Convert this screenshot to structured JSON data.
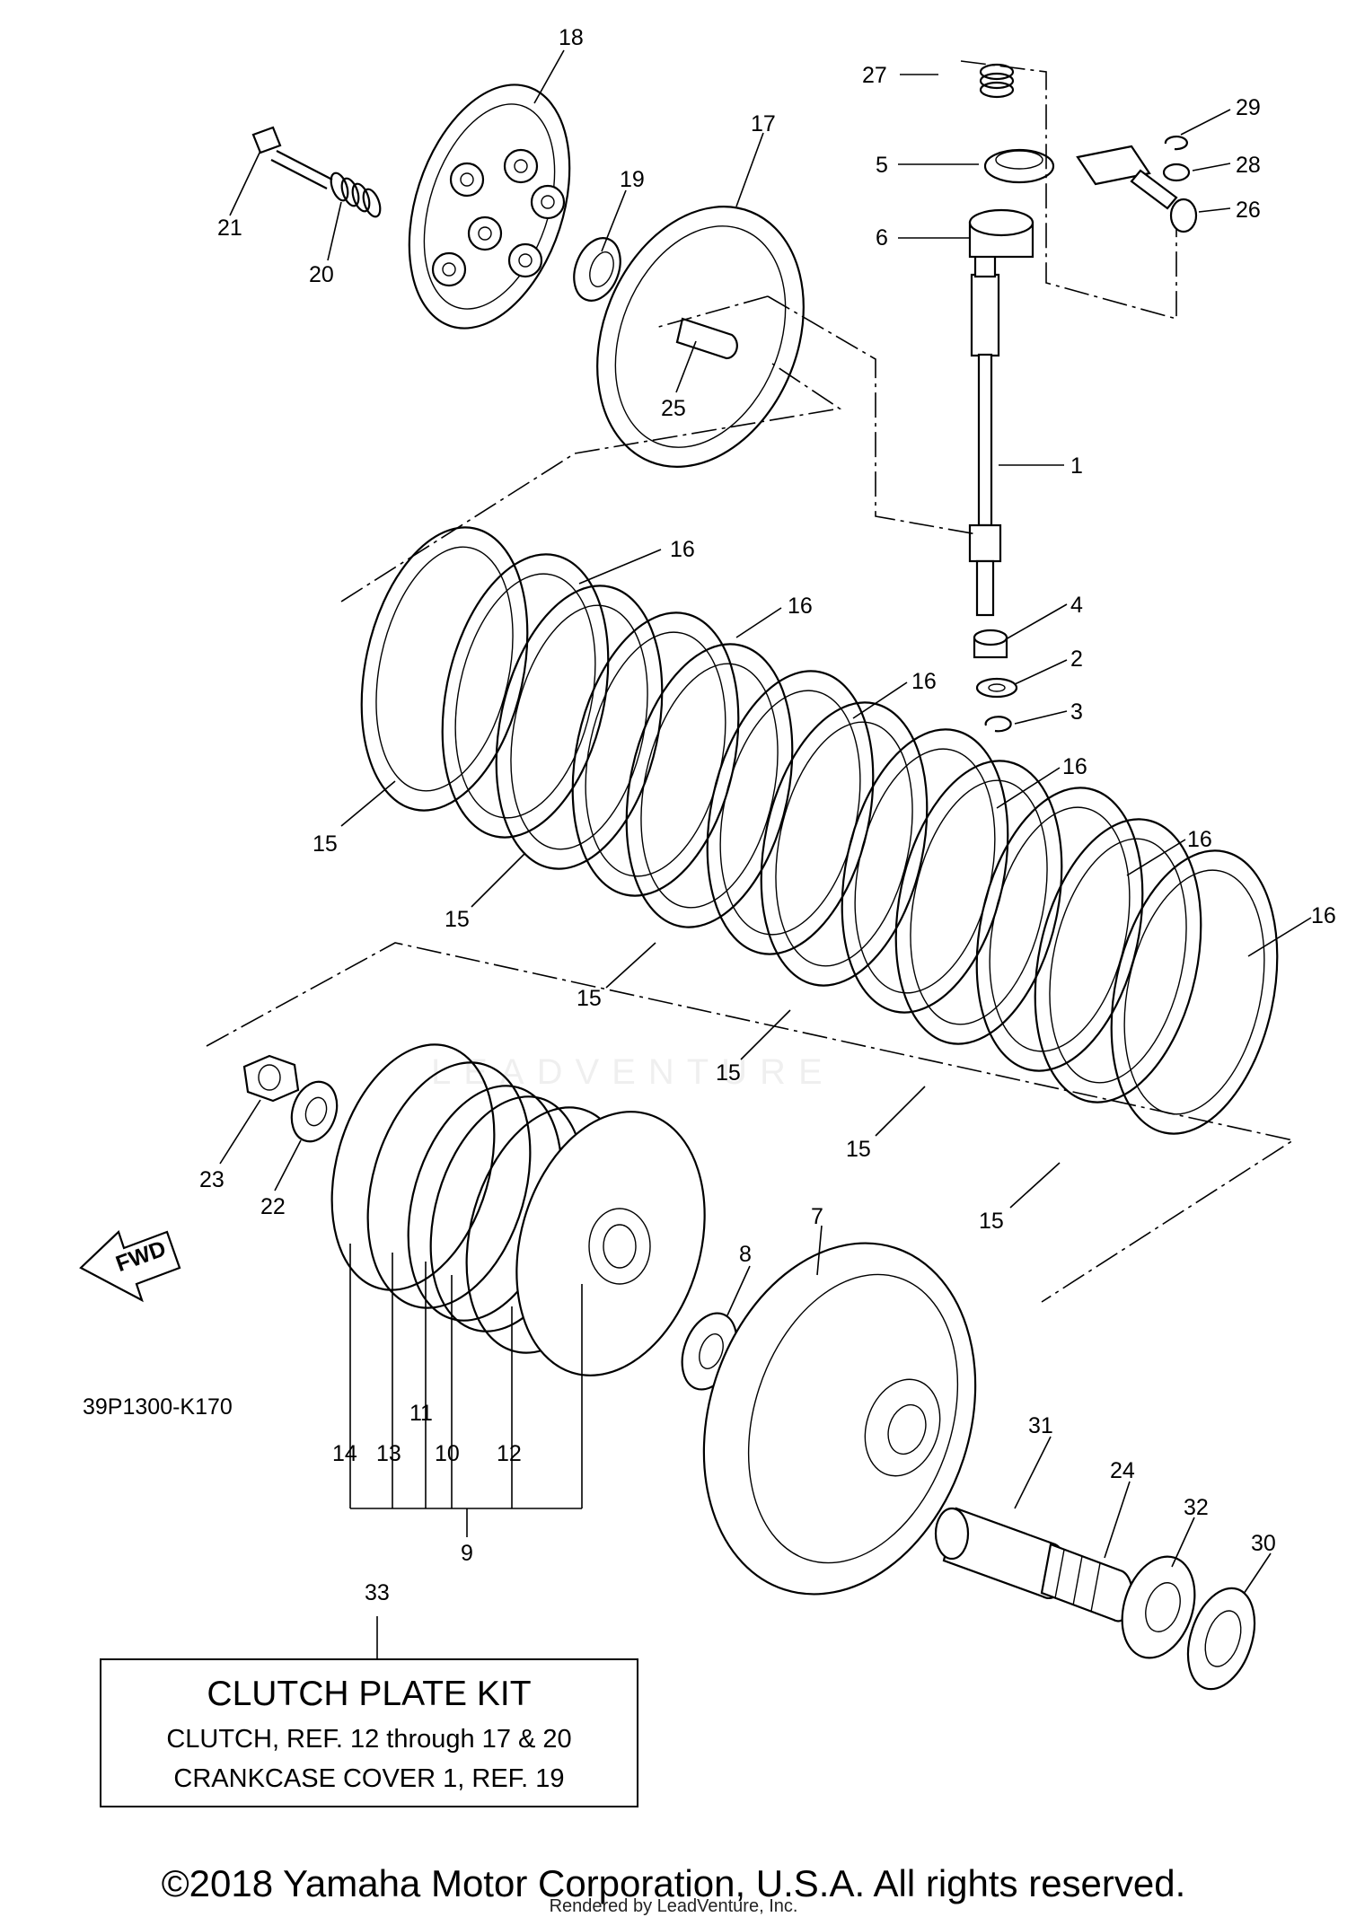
{
  "callouts": [
    {
      "id": "n18",
      "text": "18"
    },
    {
      "id": "n17",
      "text": "17"
    },
    {
      "id": "n27",
      "text": "27"
    },
    {
      "id": "n29",
      "text": "29"
    },
    {
      "id": "n5",
      "text": "5"
    },
    {
      "id": "n28",
      "text": "28"
    },
    {
      "id": "n19",
      "text": "19"
    },
    {
      "id": "n6",
      "text": "6"
    },
    {
      "id": "n26",
      "text": "26"
    },
    {
      "id": "n21",
      "text": "21"
    },
    {
      "id": "n20",
      "text": "20"
    },
    {
      "id": "n25",
      "text": "25"
    },
    {
      "id": "n1",
      "text": "1"
    },
    {
      "id": "n4",
      "text": "4"
    },
    {
      "id": "n2",
      "text": "2"
    },
    {
      "id": "n3",
      "text": "3"
    },
    {
      "id": "n16a",
      "text": "16"
    },
    {
      "id": "n16b",
      "text": "16"
    },
    {
      "id": "n16c",
      "text": "16"
    },
    {
      "id": "n16d",
      "text": "16"
    },
    {
      "id": "n16e",
      "text": "16"
    },
    {
      "id": "n16f",
      "text": "16"
    },
    {
      "id": "n15a",
      "text": "15"
    },
    {
      "id": "n15b",
      "text": "15"
    },
    {
      "id": "n15c",
      "text": "15"
    },
    {
      "id": "n15d",
      "text": "15"
    },
    {
      "id": "n15e",
      "text": "15"
    },
    {
      "id": "n15f",
      "text": "15"
    },
    {
      "id": "n23",
      "text": "23"
    },
    {
      "id": "n22",
      "text": "22"
    },
    {
      "id": "n7",
      "text": "7"
    },
    {
      "id": "n8",
      "text": "8"
    },
    {
      "id": "n11",
      "text": "11"
    },
    {
      "id": "n14",
      "text": "14"
    },
    {
      "id": "n13",
      "text": "13"
    },
    {
      "id": "n10",
      "text": "10"
    },
    {
      "id": "n12",
      "text": "12"
    },
    {
      "id": "n9",
      "text": "9"
    },
    {
      "id": "n31",
      "text": "31"
    },
    {
      "id": "n24",
      "text": "24"
    },
    {
      "id": "n32",
      "text": "32"
    },
    {
      "id": "n30",
      "text": "30"
    },
    {
      "id": "n33",
      "text": "33"
    }
  ],
  "fwd_label": "FWD",
  "drawing_code": "39P1300-K170",
  "kit": {
    "title": "CLUTCH PLATE KIT",
    "line1": "CLUTCH, REF. 12 through 17 & 20",
    "line2": "CRANKCASE COVER 1, REF. 19"
  },
  "copyright": "©2018 Yamaha Motor Corporation, U.S.A. All rights reserved.",
  "rendered_by": "Rendered by LeadVenture, Inc.",
  "watermark": "LEADVENTURE"
}
